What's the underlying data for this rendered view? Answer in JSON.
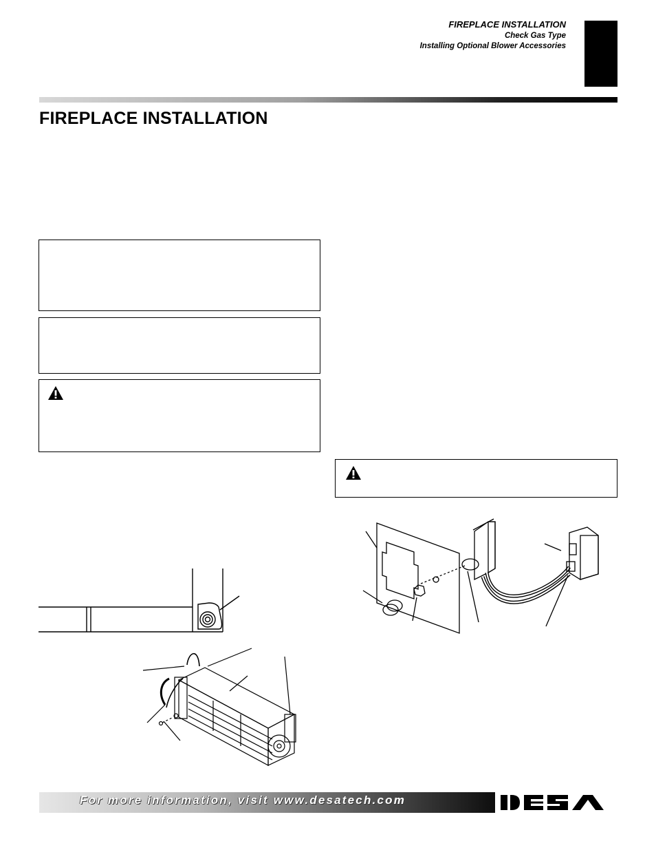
{
  "header": {
    "title": "FIREPLACE INSTALLATION",
    "subtitle_1": "Check Gas Type",
    "subtitle_2": "Installing Optional Blower Accessories"
  },
  "section": {
    "title": "FIREPLACE INSTALLATION"
  },
  "boxes": {
    "box1_text": "",
    "box2_text": "",
    "warning_left_text": "",
    "warning_right_text": ""
  },
  "icons": {
    "warning": "warning-triangle-icon"
  },
  "footer": {
    "text": "For more information, visit www.desatech.com",
    "logo": "DESA"
  },
  "colors": {
    "tab_block": "#000000",
    "footer_text": "#ffffff"
  }
}
